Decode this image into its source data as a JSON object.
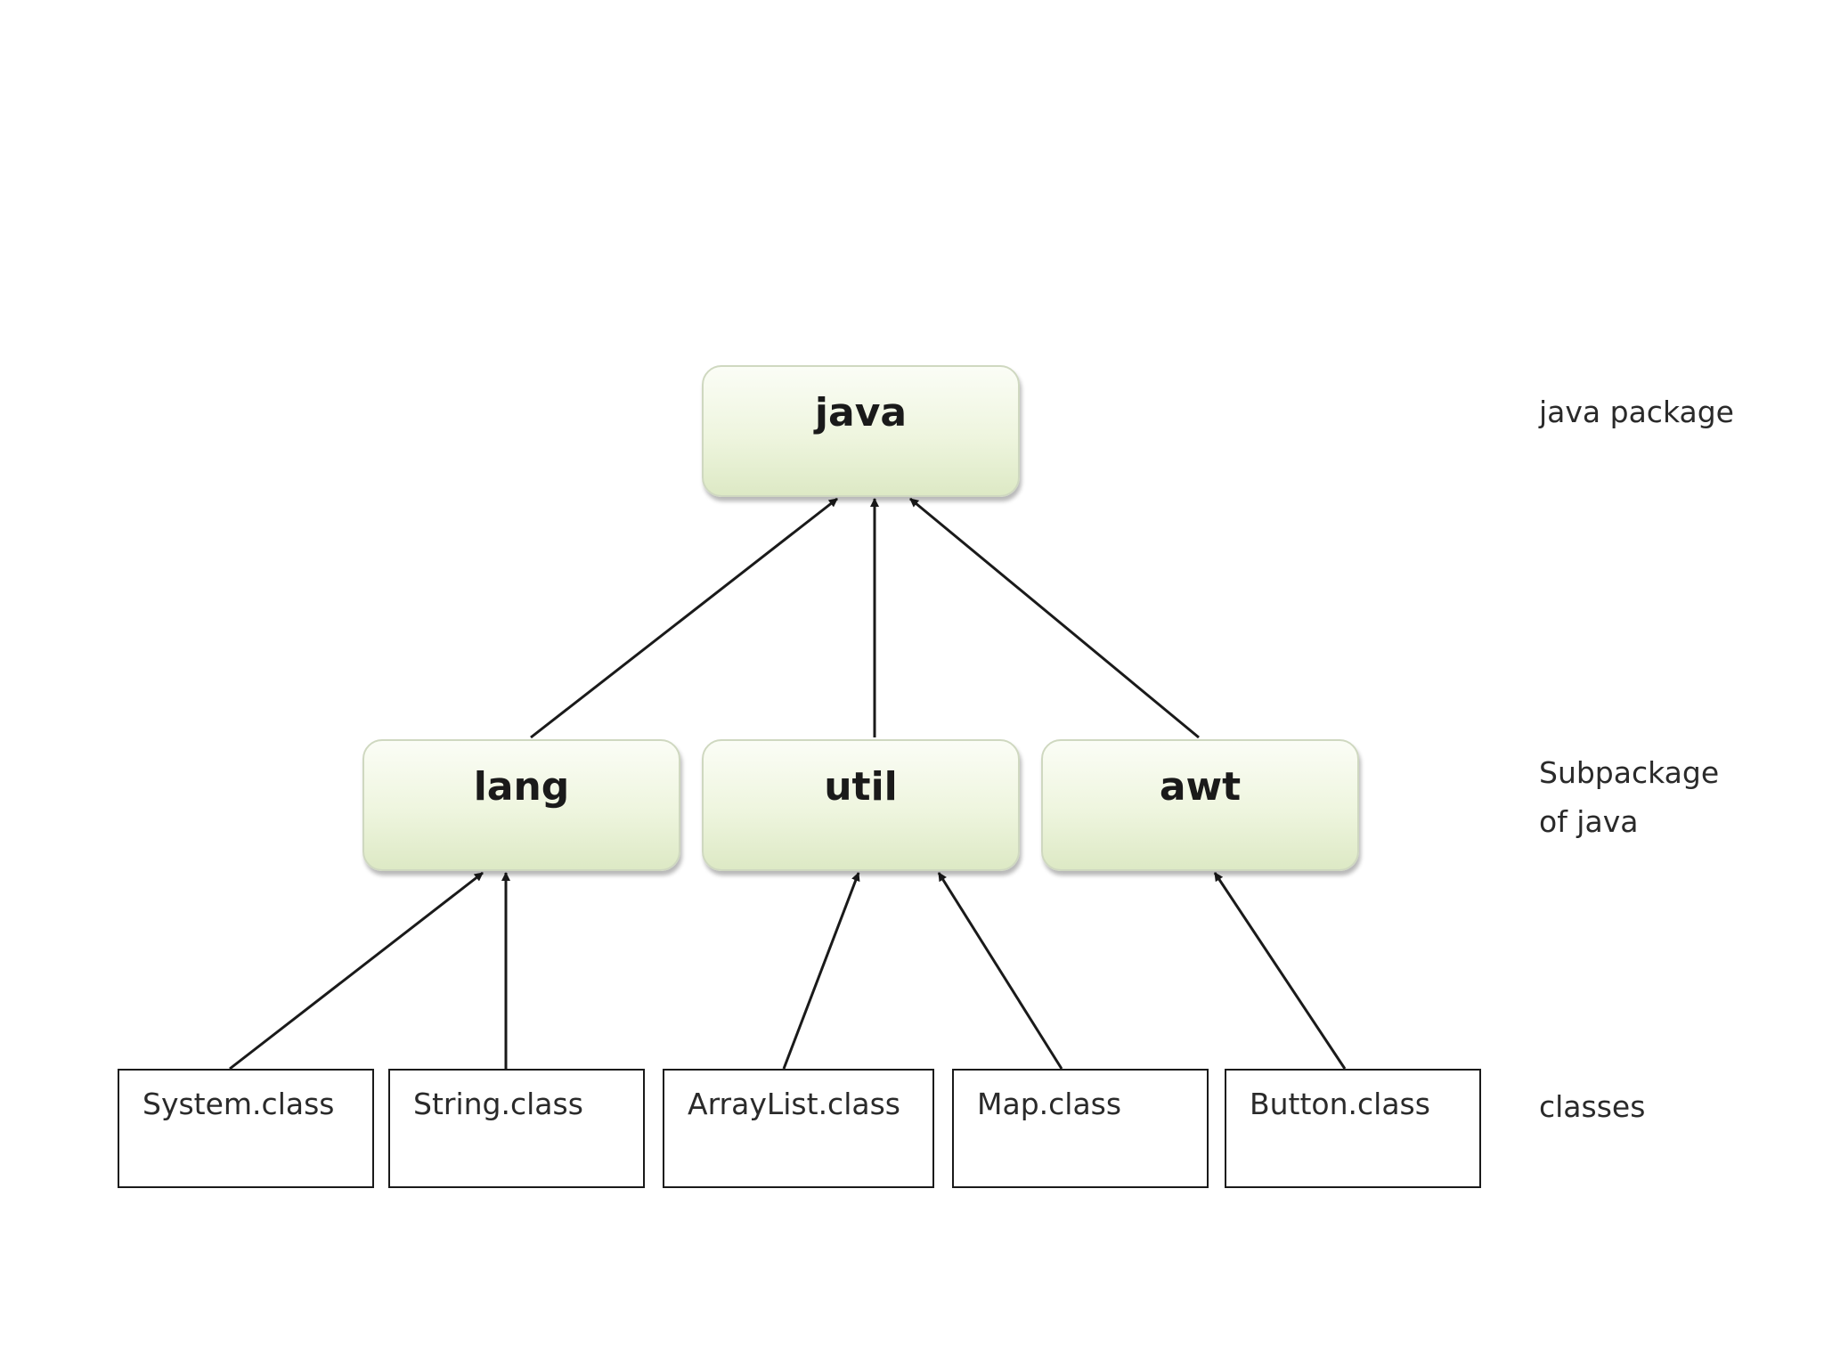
{
  "diagram": {
    "root": {
      "label": "java"
    },
    "subpackages": [
      {
        "label": "lang"
      },
      {
        "label": "util"
      },
      {
        "label": "awt"
      }
    ],
    "classes": [
      {
        "label": "System.class"
      },
      {
        "label": "String.class"
      },
      {
        "label": "ArrayList.class"
      },
      {
        "label": "Map.class"
      },
      {
        "label": "Button.class"
      }
    ],
    "level_labels": {
      "root": "java package",
      "subpackage_line1": "Subpackage",
      "subpackage_line2": "of  java",
      "classes": "classes"
    },
    "edges": [
      {
        "from": "lang",
        "to": "java"
      },
      {
        "from": "util",
        "to": "java"
      },
      {
        "from": "awt",
        "to": "java"
      },
      {
        "from": "System.class",
        "to": "lang"
      },
      {
        "from": "String.class",
        "to": "lang"
      },
      {
        "from": "ArrayList.class",
        "to": "util"
      },
      {
        "from": "Map.class",
        "to": "util"
      },
      {
        "from": "Button.class",
        "to": "awt"
      }
    ],
    "colors": {
      "box_fill_top": "#fbfdf6",
      "box_fill_bottom": "#dde9c5",
      "line": "#1a1a1a"
    }
  }
}
